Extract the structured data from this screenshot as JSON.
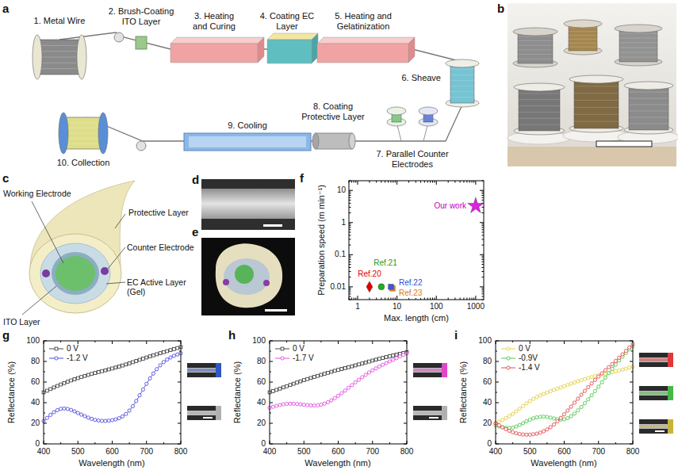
{
  "diagram": {
    "labels": [
      "a",
      "1. Metal Wire",
      "2. Brush-Coating ITO Layer",
      "3. Heating and Curing",
      "4. Coating EC Layer",
      "5. Heating and Gelatinization",
      "6. Sheave",
      "7. Parallel Counter Electrodes",
      "8. Coating Protective Layer",
      "9. Cooling",
      "10. Collection",
      "b",
      "c",
      "Working Electrode",
      "Protective Layer",
      "Counter Electrode",
      "EC Active Layer (Gel)",
      "ITO Layer",
      "d",
      "e",
      "f",
      "10",
      "1",
      "0.1",
      "0.01",
      "Preparation speed (m min⁻¹)",
      "1",
      "10",
      "100",
      "1000",
      "Max. length (cm)",
      "Our work",
      "Ref.20",
      "Ref.21",
      "Ref.22",
      "Ref.23",
      "g",
      "100",
      "80",
      "60",
      "40",
      "20",
      "0",
      "Reflectance (%)",
      "400",
      "500",
      "600",
      "700",
      "800",
      "Wavelength (nm)",
      "h",
      "100",
      "80",
      "60",
      "40",
      "20",
      "0",
      "Reflectance (%)",
      "400",
      "500",
      "600",
      "700",
      "800",
      "Wavelength (nm)",
      "i",
      "100",
      "80",
      "60",
      "40",
      "20",
      "0",
      "Reflectance (%)",
      "400",
      "500",
      "600",
      "700",
      "800",
      "Wavelength (nm)"
    ],
    "legend": [
      {
        "text": "0 V"
      },
      {
        "text": "-1.2 V"
      },
      {
        "text": "0 V"
      },
      {
        "text": "-1.7 V"
      },
      {
        "text": "0 V"
      },
      {
        "text": "-0.9V"
      },
      {
        "text": "-1.4 V"
      }
    ]
  }
}
